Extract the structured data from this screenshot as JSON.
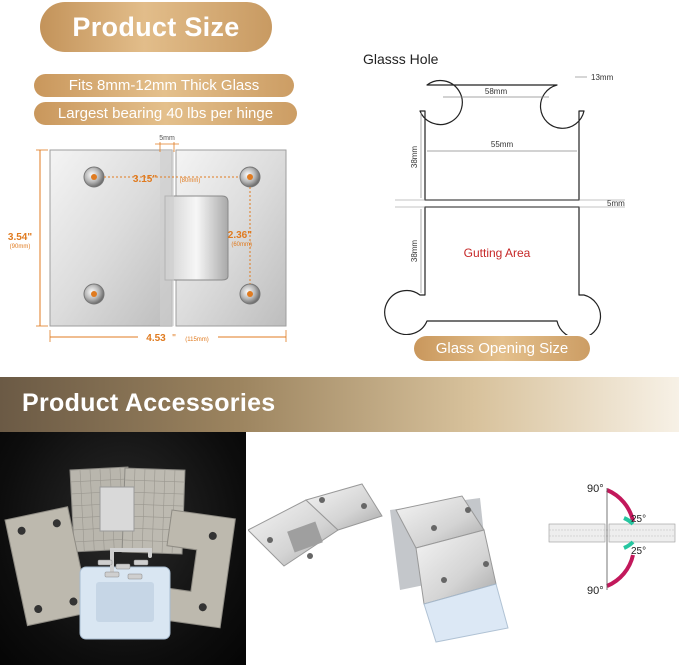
{
  "header": {
    "title": "Product Size",
    "spec_thickness": "Fits 8mm-12mm Thick Glass",
    "spec_bearing": "Largest bearing 40 lbs per hinge"
  },
  "hinge_dims": {
    "gap": "5mm",
    "hole_spacing": "3.15\"",
    "hole_spacing_mm": "(80mm)",
    "plate_height": "2.36\"",
    "plate_height_mm": "(60mm)",
    "height": "3.54\"",
    "height_mm": "(90mm)",
    "width": "4.53",
    "width_mark": "\"",
    "width_mm": "(115mm)"
  },
  "glass_hole": {
    "title": "Glasss Hole",
    "corner_radius": "13mm",
    "top_width": "58mm",
    "mid_width": "55mm",
    "upper_height": "38mm",
    "lower_height": "38mm",
    "gap": "5mm",
    "area_label": "Gutting Area",
    "caption": "Glass Opening Size"
  },
  "accessories": {
    "title": "Product Accessories",
    "angle_top": "90°",
    "angle_bottom": "90°",
    "angle_up": "25°",
    "angle_down": "25°"
  },
  "colors": {
    "gold": "#c9975c",
    "dim_orange": "#e07b20",
    "red_label": "#c62828",
    "arc_red": "#c2185b",
    "arc_teal": "#26c6a0"
  }
}
